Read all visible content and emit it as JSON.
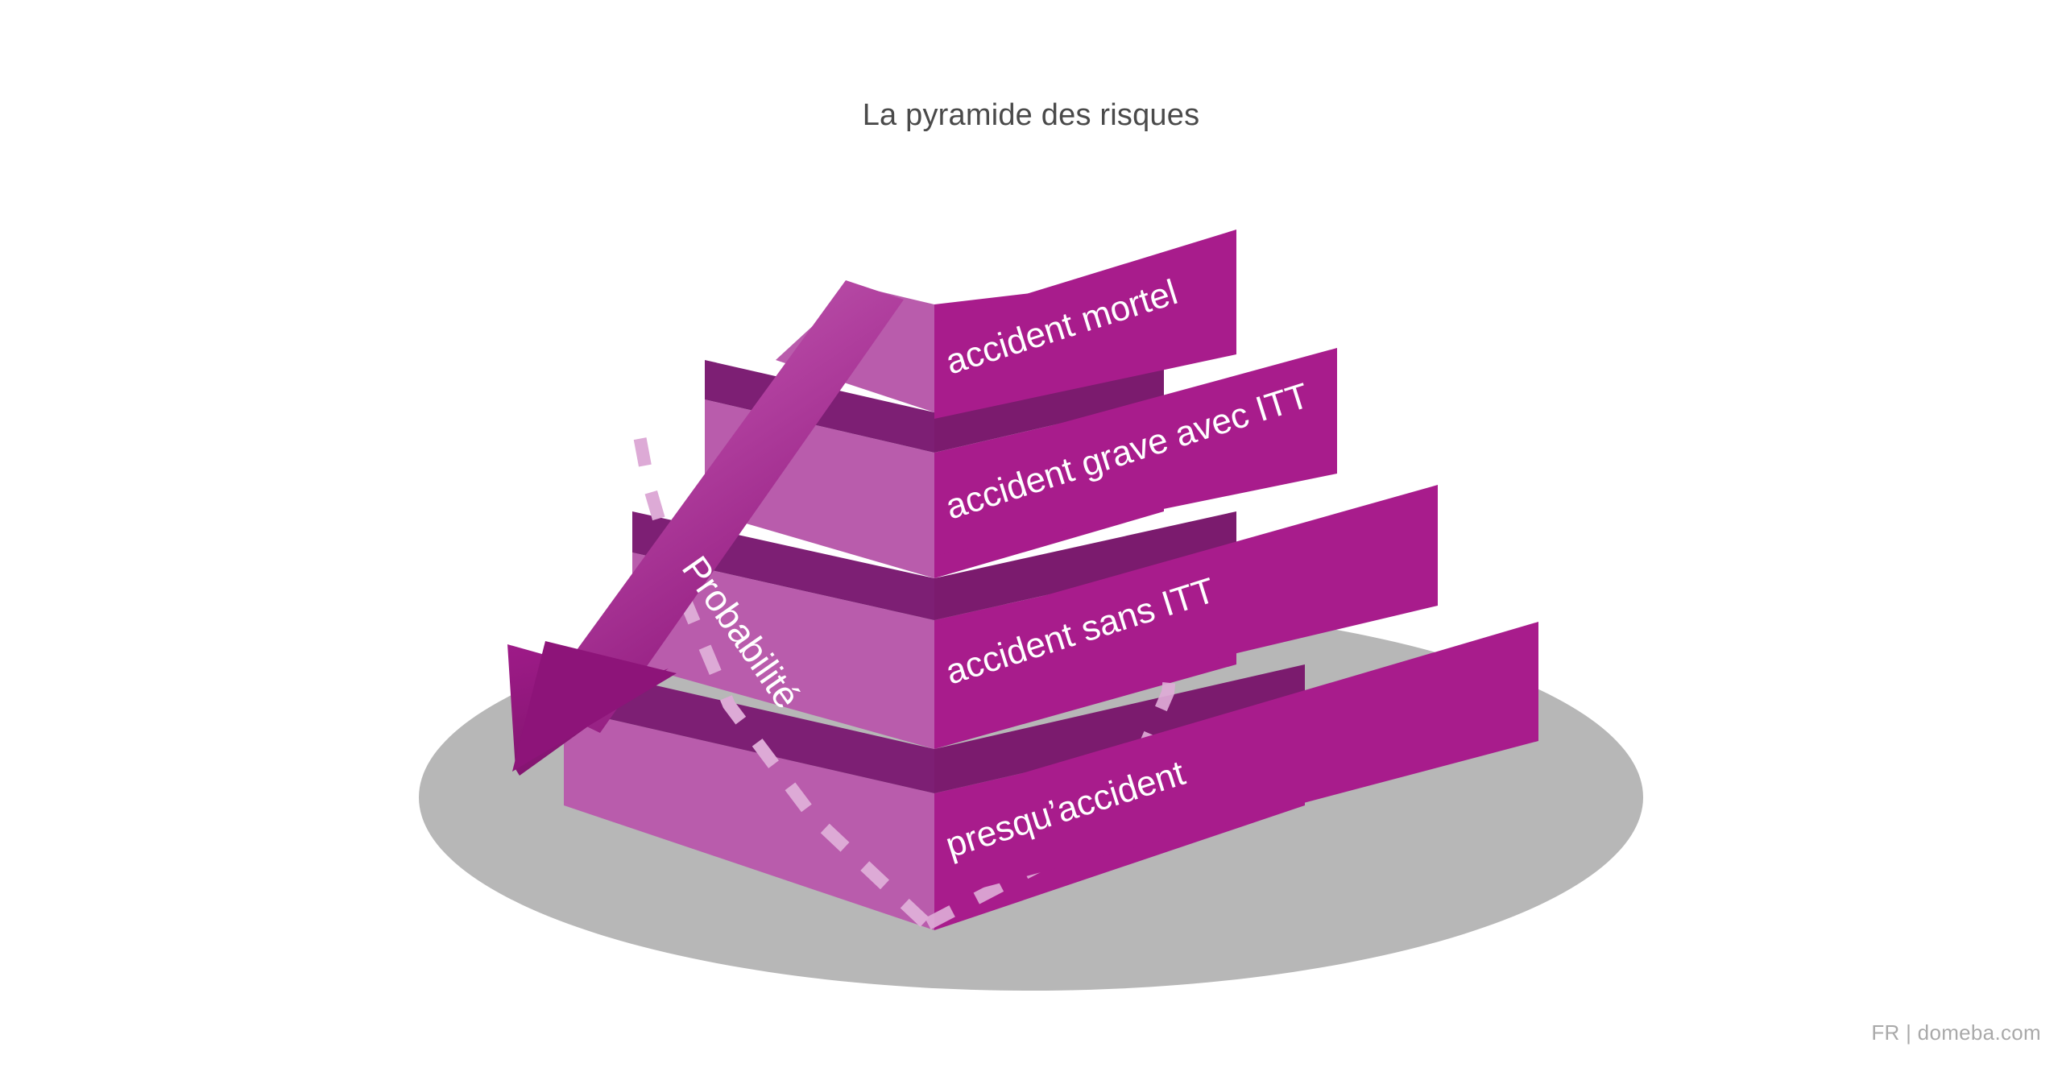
{
  "title": "La pyramide des risques",
  "footer": "FR | domeba.com",
  "axis": {
    "label": "Probabilité",
    "icon": "down-left-arrow-icon"
  },
  "colors": {
    "background": "#ffffff",
    "title_text": "#4a4a4a",
    "footer_text": "#a9a9a9",
    "ground_shadow": "#b7b7b7",
    "face_left": "#b95cac",
    "face_left_dark": "#7d1f74",
    "face_right": "#a81c8c",
    "face_right_dark": "#7b1b6e",
    "banner": "#a81c8c",
    "label_text": "#ffffff",
    "dashed_line": "#ddaad6",
    "arrow_top": "#bd64b0",
    "arrow_bottom": "#8d1479"
  },
  "chart_data": {
    "type": "pyramid",
    "title": "La pyramide des risques",
    "axis_label": "Probabilité",
    "axis_direction": "increasing-downward",
    "levels": [
      {
        "rank": 1,
        "label": "accident mortel",
        "position": "top"
      },
      {
        "rank": 2,
        "label": "accident grave avec ITT",
        "position": "upper-middle"
      },
      {
        "rank": 3,
        "label": "accident sans ITT",
        "position": "lower-middle"
      },
      {
        "rank": 4,
        "label": "presqu’accident",
        "position": "base"
      }
    ],
    "legend": [],
    "annotations": [
      "Probabilité"
    ]
  },
  "pyramid": {
    "tiers": [
      {
        "id": "tier-1",
        "label": "accident mortel"
      },
      {
        "id": "tier-2",
        "label": "accident grave avec ITT"
      },
      {
        "id": "tier-3",
        "label": "accident sans ITT"
      },
      {
        "id": "tier-4",
        "label": "presqu’accident"
      }
    ]
  }
}
